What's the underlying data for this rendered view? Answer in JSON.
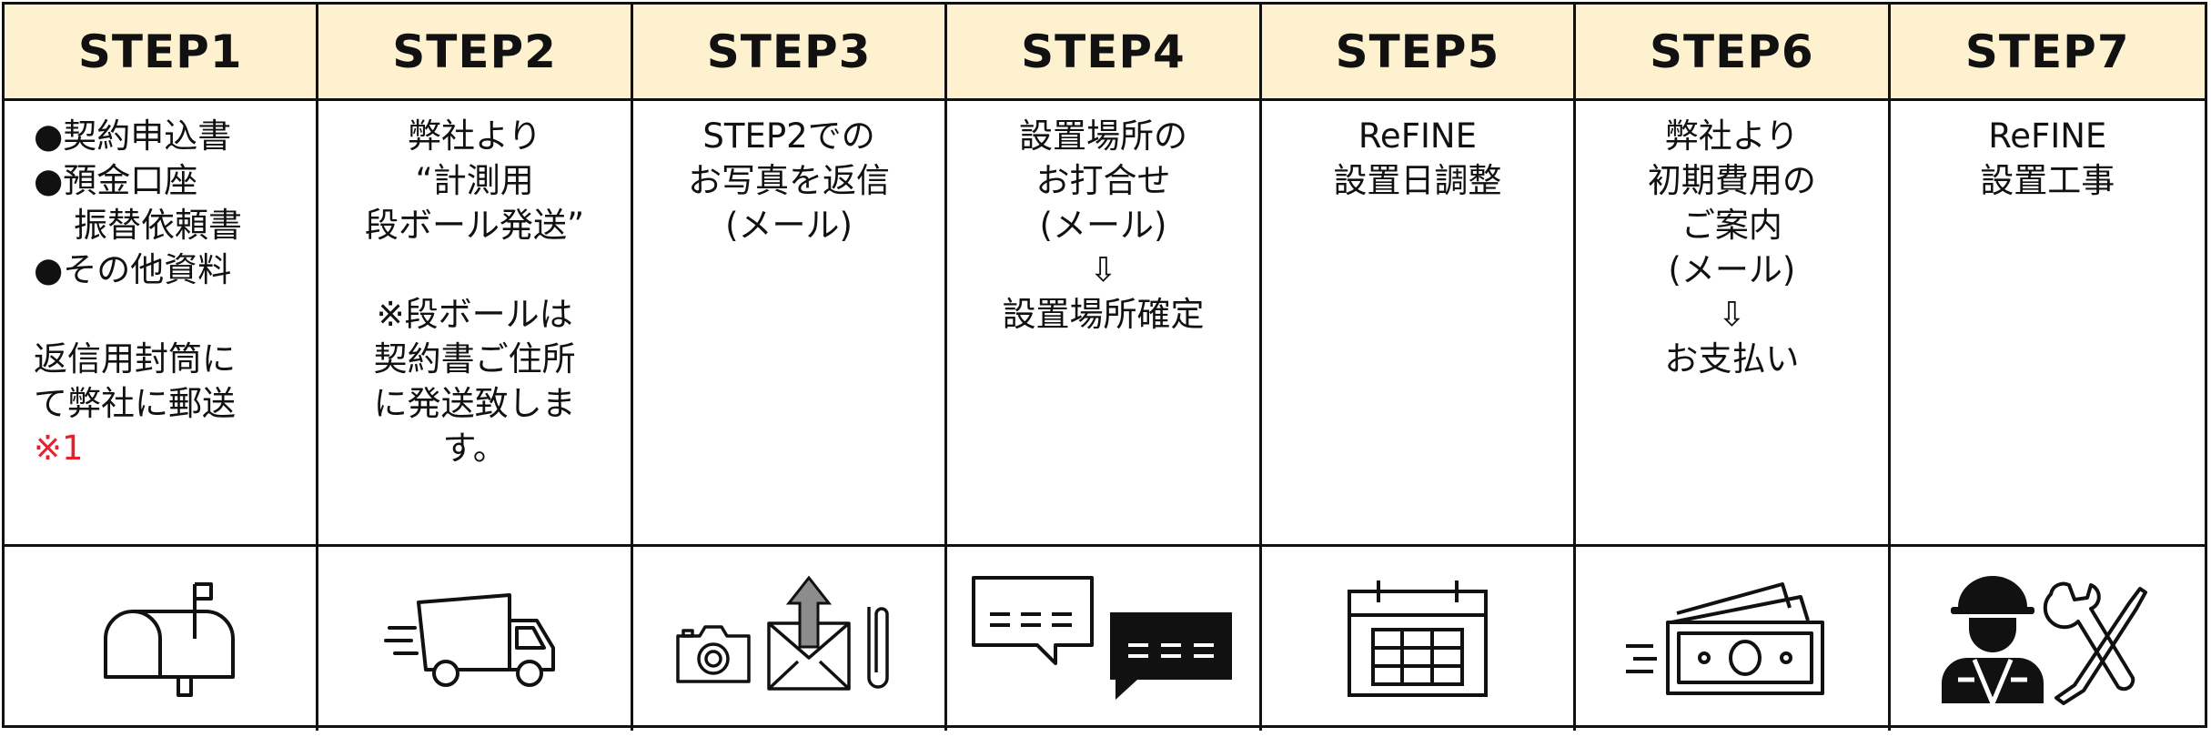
{
  "steps": [
    {
      "title": "STEP1",
      "lines": [
        "●契約申込書",
        "●預金口座",
        "振替依頼書",
        "●その他資料",
        "",
        "返信用封筒に",
        "て弊社に郵送",
        "※1"
      ],
      "icon": "mailbox-icon"
    },
    {
      "title": "STEP2",
      "lines": [
        "弊社より",
        "“計測用",
        "段ボール発送”",
        "",
        "※段ボールは",
        "契約書ご住所",
        "に発送致しま",
        "す。"
      ],
      "icon": "delivery-truck-icon"
    },
    {
      "title": "STEP3",
      "lines": [
        "STEP2での",
        "お写真を返信",
        "(メール)"
      ],
      "icon": "camera-mail-icon"
    },
    {
      "title": "STEP4",
      "lines": [
        "設置場所の",
        "お打合せ",
        "(メール)",
        "⇩",
        "設置場所確定"
      ],
      "icon": "chat-bubbles-icon"
    },
    {
      "title": "STEP5",
      "lines": [
        "ReFINE",
        "設置日調整"
      ],
      "icon": "calendar-icon"
    },
    {
      "title": "STEP6",
      "lines": [
        "弊社より",
        "初期費用の",
        "ご案内",
        "(メール)",
        "⇩",
        "お支払い"
      ],
      "icon": "money-icon"
    },
    {
      "title": "STEP7",
      "lines": [
        "ReFINE",
        "設置工事"
      ],
      "icon": "worker-tools-icon"
    }
  ],
  "colors": {
    "header_bg": "#fdf1cf",
    "border": "#111111",
    "note_red": "#e8202a",
    "accent_gray": "#8c8c8c"
  }
}
